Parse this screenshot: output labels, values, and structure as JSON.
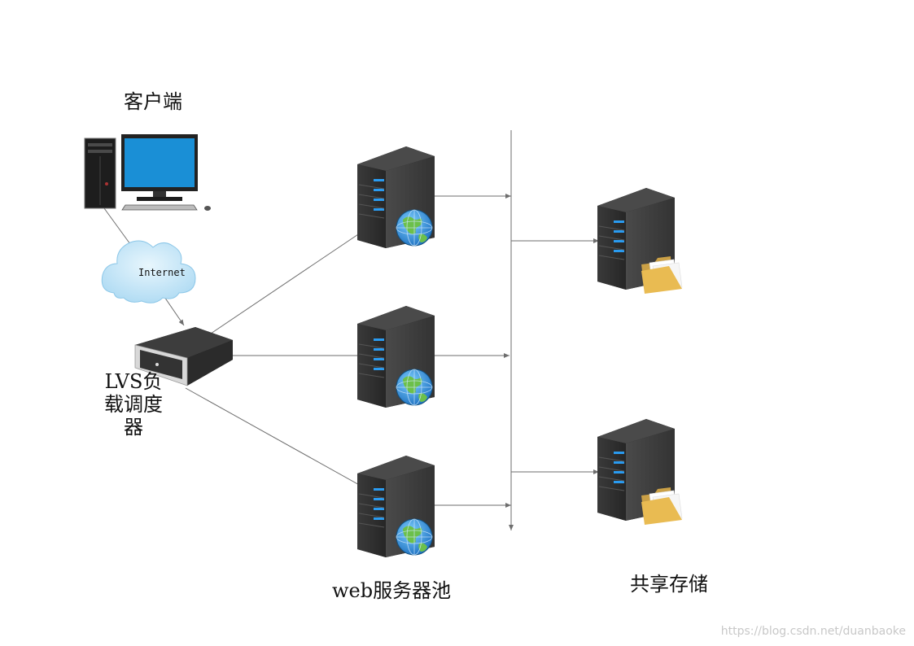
{
  "labels": {
    "client": "客户端",
    "internet": "Internet",
    "lvs": "LVS负载调度器",
    "web_pool": "web服务器池",
    "storage": "共享存储"
  },
  "watermark": "https://blog.csdn.net/duanbaoke",
  "colors": {
    "line": "#6e6e6e",
    "monitor_screen": "#1a8fd6",
    "server_body": "#2c2c2c",
    "server_led": "#2a9bf0",
    "cloud": "#a9d8f2",
    "folder": "#e9bb52"
  },
  "icons": [
    "desktop-computer-icon",
    "cloud-icon",
    "load-balancer-icon",
    "web-server-icon",
    "storage-server-icon"
  ]
}
